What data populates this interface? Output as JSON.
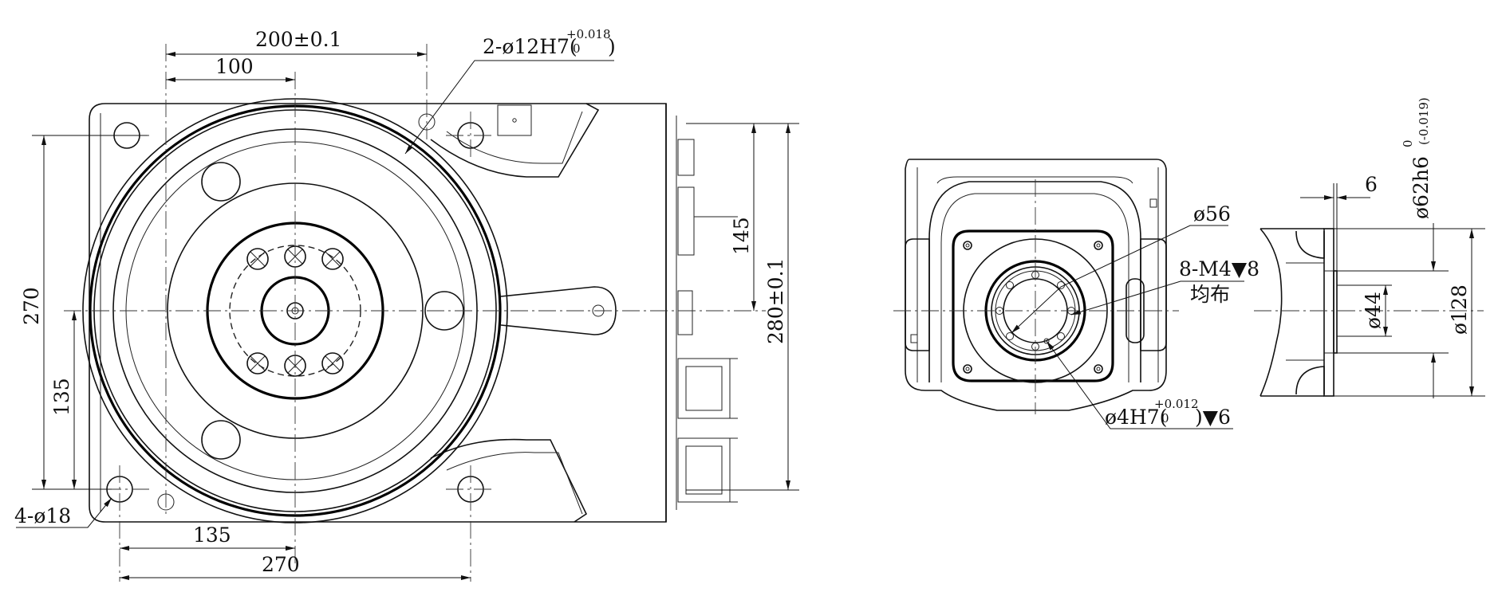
{
  "top_view": {
    "dims": {
      "d_200": "200±0.1",
      "d_100": "100",
      "d_hole_2x": "2-ø12H7(",
      "d_hole_2x_tol_upper": "+0.018",
      "d_hole_2x_tol_lower": "0",
      "d_hole_2x_close": ")",
      "d_270_vert": "270",
      "d_135_vert": "135",
      "d_145": "145",
      "d_280": "280±0.1",
      "d_holes_4x": "4-ø18",
      "d_135_horiz": "135",
      "d_270_horiz": "270"
    }
  },
  "flange_view": {
    "dims": {
      "d_56": "ø56",
      "d_m4": "8-M4▼8",
      "d_even": "均布",
      "d_pin": "ø4H7(",
      "d_pin_tol_upper": "+0.012",
      "d_pin_tol_lower": "0",
      "d_pin_close": ")▼6"
    }
  },
  "side_view": {
    "dims": {
      "d_6": "6",
      "d_62h6": "ø62h6",
      "d_62h6_tol_upper": "0",
      "d_62h6_tol_lower": "(-0.019)",
      "d_44": "ø44",
      "d_128": "ø128"
    }
  }
}
